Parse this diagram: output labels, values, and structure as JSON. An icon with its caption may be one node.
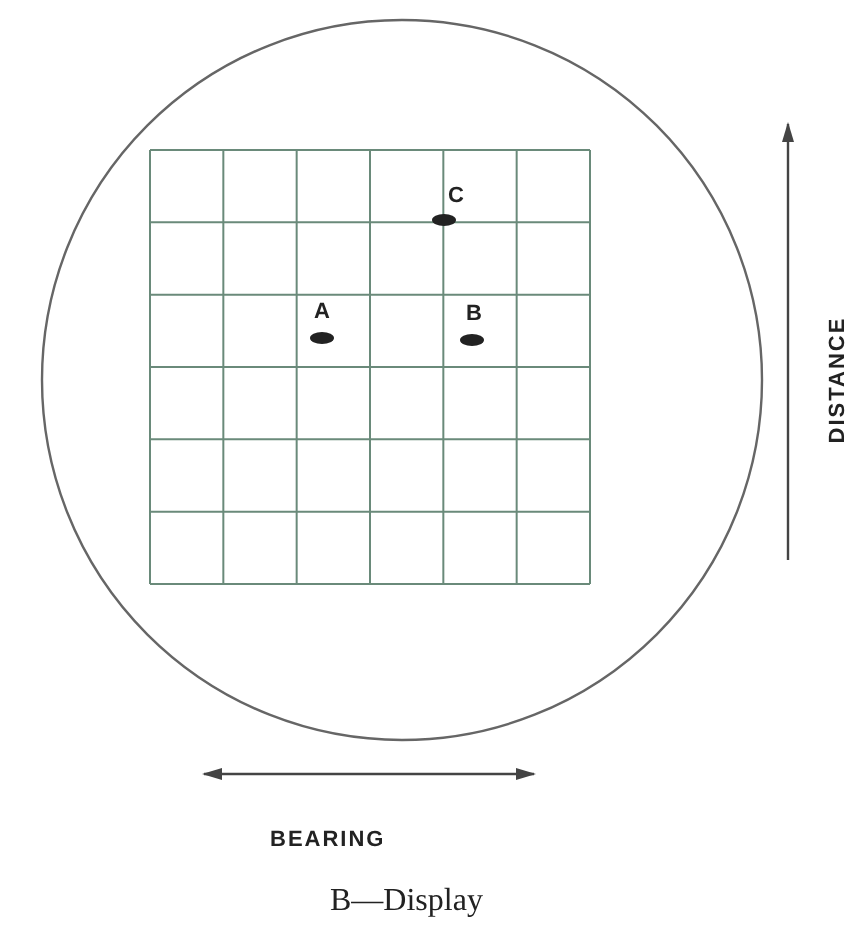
{
  "diagram": {
    "caption": "B—Display",
    "labels": [
      "C",
      "A",
      "B",
      "DISTANCE",
      "BEARING"
    ]
  }
}
